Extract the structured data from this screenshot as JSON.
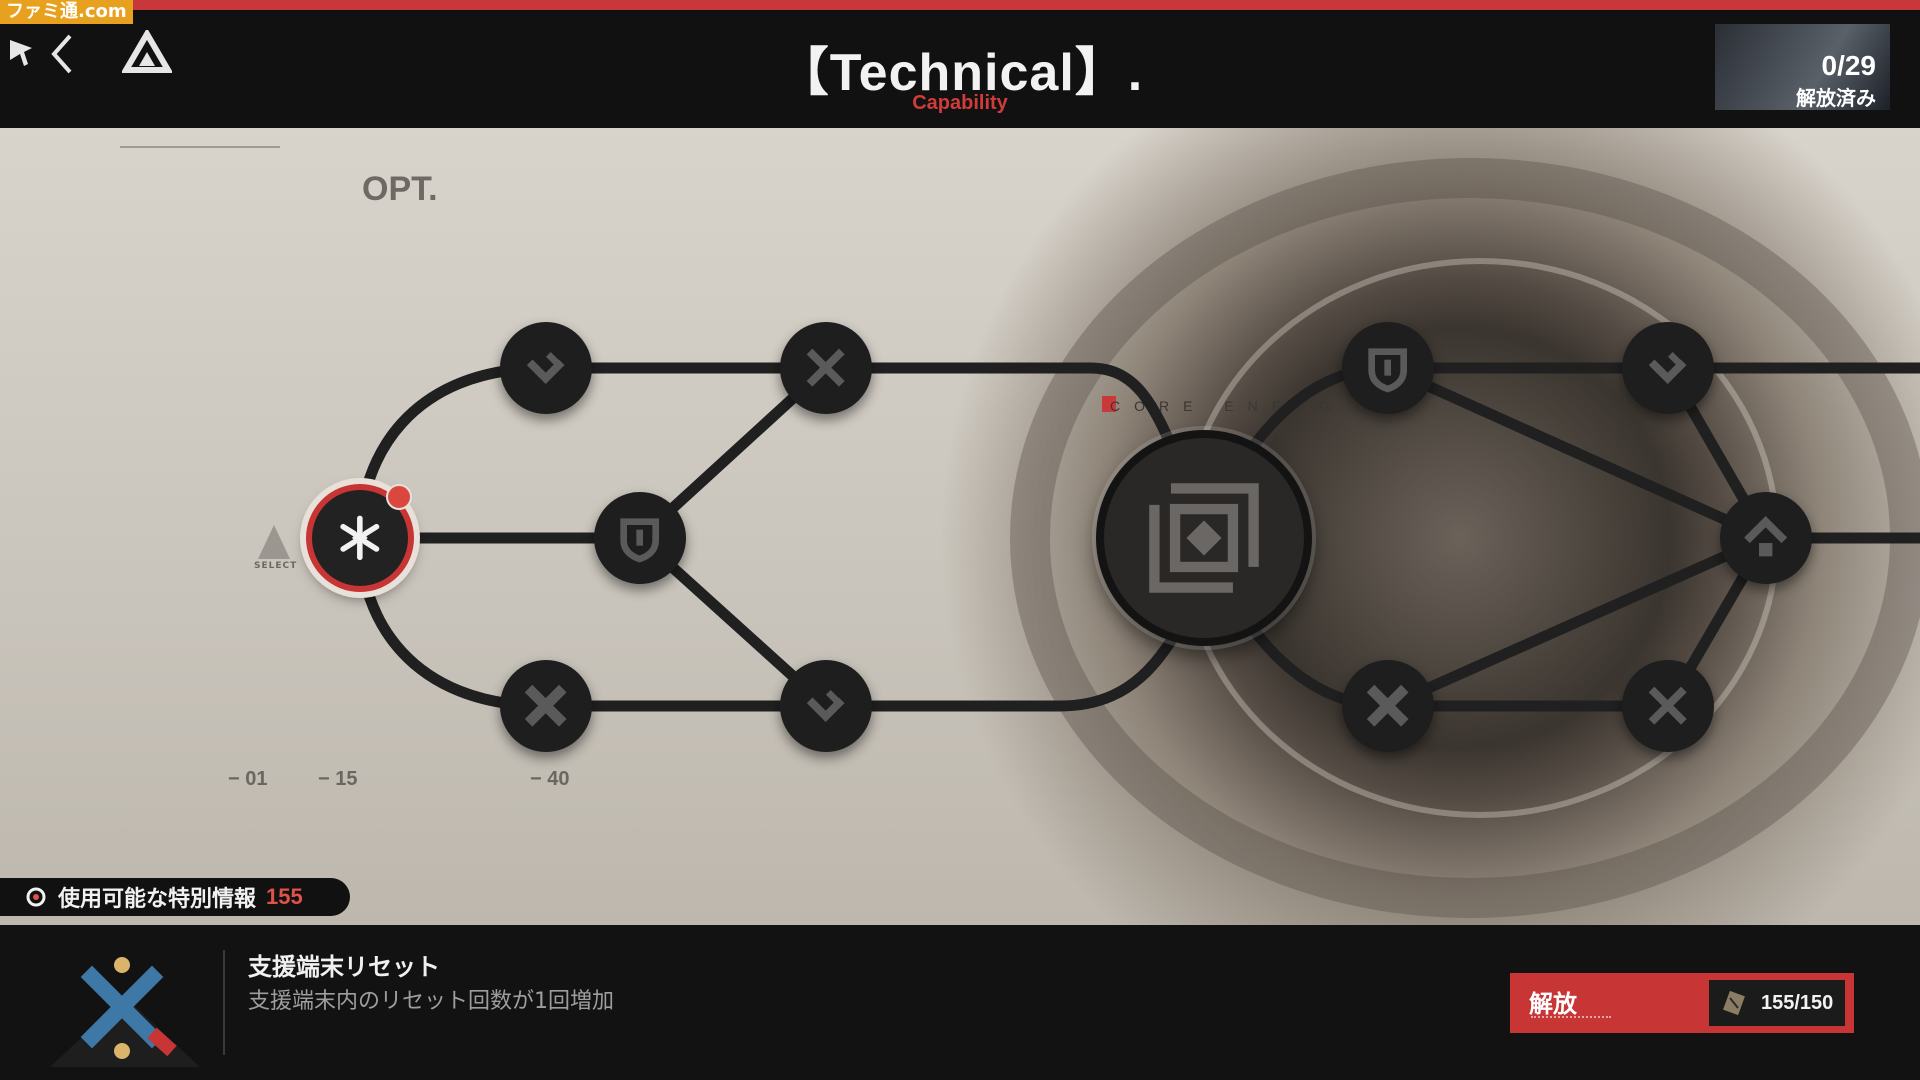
{
  "watermark": "ファミ通.com",
  "header": {
    "title": "【Technical】.",
    "subtitle": "Capability",
    "progress_count": "0/29",
    "progress_label": "解放済み"
  },
  "canvas": {
    "opt_label": "OPT.",
    "core_label": "CORE ENERG",
    "select_label": "SELECT",
    "ruler_ticks": [
      "− 01",
      "− 15",
      "− 40"
    ]
  },
  "intel": {
    "label": "使用可能な特別情報",
    "count": "155"
  },
  "detail": {
    "name": "支援端末リセット",
    "description": "支援端末内のリセット回数が1回増加",
    "unlock_label": "解放",
    "cost": "155/150"
  },
  "colors": {
    "accent": "#c73535",
    "node": "#1e1e1e",
    "background": "#d5d0c8"
  },
  "nodes": [
    {
      "id": "start",
      "icon": "asterisk-icon",
      "state": "selected"
    },
    {
      "id": "n1",
      "icon": "chevron-check-icon"
    },
    {
      "id": "n2",
      "icon": "cross-arrow-icon"
    },
    {
      "id": "n3",
      "icon": "shield-u-icon"
    },
    {
      "id": "n4",
      "icon": "x-bold-icon"
    },
    {
      "id": "n5",
      "icon": "chevron-check-icon"
    },
    {
      "id": "core",
      "icon": "core-frame-icon"
    },
    {
      "id": "n6",
      "icon": "shield-u-icon"
    },
    {
      "id": "n7",
      "icon": "chevron-check-icon"
    },
    {
      "id": "n8",
      "icon": "house-icon"
    },
    {
      "id": "n9",
      "icon": "x-bold-icon"
    },
    {
      "id": "n10",
      "icon": "cross-arrow-icon"
    }
  ]
}
